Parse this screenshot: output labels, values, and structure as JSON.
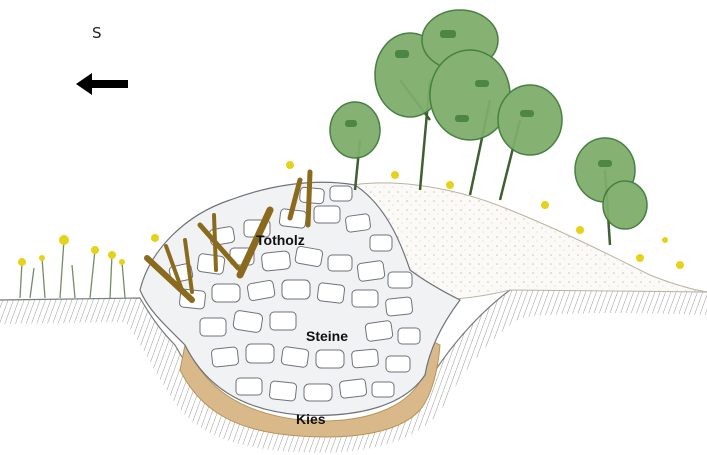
{
  "compass": {
    "label": "S",
    "arrow_icon": "arrow-left-icon"
  },
  "labels": {
    "deadwood": "Totholz",
    "stones": "Steine",
    "gravel": "Kies"
  },
  "colors": {
    "soil_hatch": "#9a9a9a",
    "gravel": "#d9b98a",
    "stone_fill": "#f1f2f4",
    "stone_edge": "#6f737a",
    "deadwood": "#8a6a1c",
    "foliage_dark": "#3f7a3a",
    "foliage_light": "#7fae6b",
    "flowers": "#e6d21a"
  }
}
